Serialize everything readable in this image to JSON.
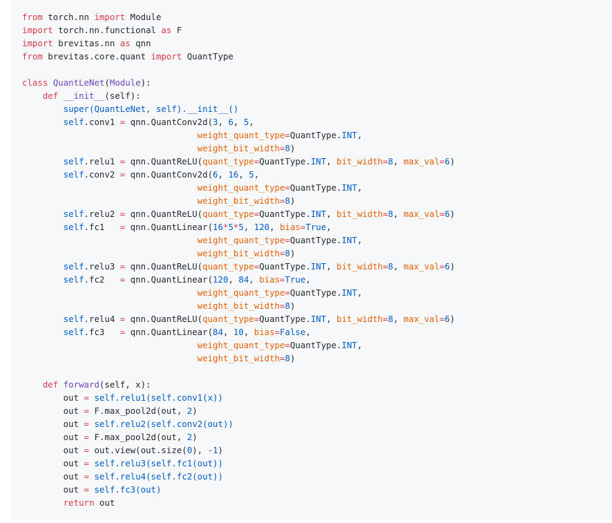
{
  "code_block": {
    "language": "python",
    "lines": [
      [
        [
          "kw",
          "from"
        ],
        [
          "plain",
          " torch.nn "
        ],
        [
          "kw",
          "import"
        ],
        [
          "plain",
          " Module"
        ]
      ],
      [
        [
          "kw",
          "import"
        ],
        [
          "plain",
          " torch.nn.functional "
        ],
        [
          "kw",
          "as"
        ],
        [
          "plain",
          " F"
        ]
      ],
      [
        [
          "kw",
          "import"
        ],
        [
          "plain",
          " brevitas.nn "
        ],
        [
          "kw",
          "as"
        ],
        [
          "plain",
          " qnn"
        ]
      ],
      [
        [
          "kw",
          "from"
        ],
        [
          "plain",
          " brevitas.core.quant "
        ],
        [
          "kw",
          "import"
        ],
        [
          "plain",
          " QuantType"
        ]
      ],
      [],
      [
        [
          "kw",
          "class"
        ],
        [
          "plain",
          " "
        ],
        [
          "fn",
          "QuantLeNet"
        ],
        [
          "plain",
          "("
        ],
        [
          "fn",
          "Module"
        ],
        [
          "plain",
          "):"
        ]
      ],
      [
        [
          "plain",
          "    "
        ],
        [
          "kw",
          "def"
        ],
        [
          "plain",
          " "
        ],
        [
          "fn",
          "__init__"
        ],
        [
          "plain",
          "(self):"
        ]
      ],
      [
        [
          "plain",
          "        "
        ],
        [
          "bi",
          "super(QuantLeNet, self).__init__()"
        ]
      ],
      [
        [
          "plain",
          "        "
        ],
        [
          "bi",
          "self"
        ],
        [
          "plain",
          ".conv1 "
        ],
        [
          "op",
          "="
        ],
        [
          "plain",
          " qnn.QuantConv2d("
        ],
        [
          "num",
          "3"
        ],
        [
          "plain",
          ", "
        ],
        [
          "num",
          "6"
        ],
        [
          "plain",
          ", "
        ],
        [
          "num",
          "5"
        ],
        [
          "plain",
          ","
        ]
      ],
      [
        [
          "plain",
          "                                  "
        ],
        [
          "kwarg",
          "weight_quant_type"
        ],
        [
          "op",
          "="
        ],
        [
          "plain",
          "QuantType."
        ],
        [
          "num",
          "INT"
        ],
        [
          "plain",
          ","
        ]
      ],
      [
        [
          "plain",
          "                                  "
        ],
        [
          "kwarg",
          "weight_bit_width"
        ],
        [
          "op",
          "="
        ],
        [
          "num",
          "8"
        ],
        [
          "plain",
          ")"
        ]
      ],
      [
        [
          "plain",
          "        "
        ],
        [
          "bi",
          "self"
        ],
        [
          "plain",
          ".relu1 "
        ],
        [
          "op",
          "="
        ],
        [
          "plain",
          " qnn.QuantReLU("
        ],
        [
          "kwarg",
          "quant_type"
        ],
        [
          "op",
          "="
        ],
        [
          "plain",
          "QuantType."
        ],
        [
          "num",
          "INT"
        ],
        [
          "plain",
          ", "
        ],
        [
          "kwarg",
          "bit_width"
        ],
        [
          "op",
          "="
        ],
        [
          "num",
          "8"
        ],
        [
          "plain",
          ", "
        ],
        [
          "kwarg",
          "max_val"
        ],
        [
          "op",
          "="
        ],
        [
          "num",
          "6"
        ],
        [
          "plain",
          ")"
        ]
      ],
      [
        [
          "plain",
          "        "
        ],
        [
          "bi",
          "self"
        ],
        [
          "plain",
          ".conv2 "
        ],
        [
          "op",
          "="
        ],
        [
          "plain",
          " qnn.QuantConv2d("
        ],
        [
          "num",
          "6"
        ],
        [
          "plain",
          ", "
        ],
        [
          "num",
          "16"
        ],
        [
          "plain",
          ", "
        ],
        [
          "num",
          "5"
        ],
        [
          "plain",
          ","
        ]
      ],
      [
        [
          "plain",
          "                                  "
        ],
        [
          "kwarg",
          "weight_quant_type"
        ],
        [
          "op",
          "="
        ],
        [
          "plain",
          "QuantType."
        ],
        [
          "num",
          "INT"
        ],
        [
          "plain",
          ","
        ]
      ],
      [
        [
          "plain",
          "                                  "
        ],
        [
          "kwarg",
          "weight_bit_width"
        ],
        [
          "op",
          "="
        ],
        [
          "num",
          "8"
        ],
        [
          "plain",
          ")"
        ]
      ],
      [
        [
          "plain",
          "        "
        ],
        [
          "bi",
          "self"
        ],
        [
          "plain",
          ".relu2 "
        ],
        [
          "op",
          "="
        ],
        [
          "plain",
          " qnn.QuantReLU("
        ],
        [
          "kwarg",
          "quant_type"
        ],
        [
          "op",
          "="
        ],
        [
          "plain",
          "QuantType."
        ],
        [
          "num",
          "INT"
        ],
        [
          "plain",
          ", "
        ],
        [
          "kwarg",
          "bit_width"
        ],
        [
          "op",
          "="
        ],
        [
          "num",
          "8"
        ],
        [
          "plain",
          ", "
        ],
        [
          "kwarg",
          "max_val"
        ],
        [
          "op",
          "="
        ],
        [
          "num",
          "6"
        ],
        [
          "plain",
          ")"
        ]
      ],
      [
        [
          "plain",
          "        "
        ],
        [
          "bi",
          "self"
        ],
        [
          "plain",
          ".fc1   "
        ],
        [
          "op",
          "="
        ],
        [
          "plain",
          " qnn.QuantLinear("
        ],
        [
          "num",
          "16"
        ],
        [
          "op",
          "*"
        ],
        [
          "num",
          "5"
        ],
        [
          "op",
          "*"
        ],
        [
          "num",
          "5"
        ],
        [
          "plain",
          ", "
        ],
        [
          "num",
          "120"
        ],
        [
          "plain",
          ", "
        ],
        [
          "kwarg",
          "bias"
        ],
        [
          "op",
          "="
        ],
        [
          "num",
          "True"
        ],
        [
          "plain",
          ","
        ]
      ],
      [
        [
          "plain",
          "                                  "
        ],
        [
          "kwarg",
          "weight_quant_type"
        ],
        [
          "op",
          "="
        ],
        [
          "plain",
          "QuantType."
        ],
        [
          "num",
          "INT"
        ],
        [
          "plain",
          ","
        ]
      ],
      [
        [
          "plain",
          "                                  "
        ],
        [
          "kwarg",
          "weight_bit_width"
        ],
        [
          "op",
          "="
        ],
        [
          "num",
          "8"
        ],
        [
          "plain",
          ")"
        ]
      ],
      [
        [
          "plain",
          "        "
        ],
        [
          "bi",
          "self"
        ],
        [
          "plain",
          ".relu3 "
        ],
        [
          "op",
          "="
        ],
        [
          "plain",
          " qnn.QuantReLU("
        ],
        [
          "kwarg",
          "quant_type"
        ],
        [
          "op",
          "="
        ],
        [
          "plain",
          "QuantType."
        ],
        [
          "num",
          "INT"
        ],
        [
          "plain",
          ", "
        ],
        [
          "kwarg",
          "bit_width"
        ],
        [
          "op",
          "="
        ],
        [
          "num",
          "8"
        ],
        [
          "plain",
          ", "
        ],
        [
          "kwarg",
          "max_val"
        ],
        [
          "op",
          "="
        ],
        [
          "num",
          "6"
        ],
        [
          "plain",
          ")"
        ]
      ],
      [
        [
          "plain",
          "        "
        ],
        [
          "bi",
          "self"
        ],
        [
          "plain",
          ".fc2   "
        ],
        [
          "op",
          "="
        ],
        [
          "plain",
          " qnn.QuantLinear("
        ],
        [
          "num",
          "120"
        ],
        [
          "plain",
          ", "
        ],
        [
          "num",
          "84"
        ],
        [
          "plain",
          ", "
        ],
        [
          "kwarg",
          "bias"
        ],
        [
          "op",
          "="
        ],
        [
          "num",
          "True"
        ],
        [
          "plain",
          ","
        ]
      ],
      [
        [
          "plain",
          "                                  "
        ],
        [
          "kwarg",
          "weight_quant_type"
        ],
        [
          "op",
          "="
        ],
        [
          "plain",
          "QuantType."
        ],
        [
          "num",
          "INT"
        ],
        [
          "plain",
          ","
        ]
      ],
      [
        [
          "plain",
          "                                  "
        ],
        [
          "kwarg",
          "weight_bit_width"
        ],
        [
          "op",
          "="
        ],
        [
          "num",
          "8"
        ],
        [
          "plain",
          ")"
        ]
      ],
      [
        [
          "plain",
          "        "
        ],
        [
          "bi",
          "self"
        ],
        [
          "plain",
          ".relu4 "
        ],
        [
          "op",
          "="
        ],
        [
          "plain",
          " qnn.QuantReLU("
        ],
        [
          "kwarg",
          "quant_type"
        ],
        [
          "op",
          "="
        ],
        [
          "plain",
          "QuantType."
        ],
        [
          "num",
          "INT"
        ],
        [
          "plain",
          ", "
        ],
        [
          "kwarg",
          "bit_width"
        ],
        [
          "op",
          "="
        ],
        [
          "num",
          "8"
        ],
        [
          "plain",
          ", "
        ],
        [
          "kwarg",
          "max_val"
        ],
        [
          "op",
          "="
        ],
        [
          "num",
          "6"
        ],
        [
          "plain",
          ")"
        ]
      ],
      [
        [
          "plain",
          "        "
        ],
        [
          "bi",
          "self"
        ],
        [
          "plain",
          ".fc3   "
        ],
        [
          "op",
          "="
        ],
        [
          "plain",
          " qnn.QuantLinear("
        ],
        [
          "num",
          "84"
        ],
        [
          "plain",
          ", "
        ],
        [
          "num",
          "10"
        ],
        [
          "plain",
          ", "
        ],
        [
          "kwarg",
          "bias"
        ],
        [
          "op",
          "="
        ],
        [
          "num",
          "False"
        ],
        [
          "plain",
          ","
        ]
      ],
      [
        [
          "plain",
          "                                  "
        ],
        [
          "kwarg",
          "weight_quant_type"
        ],
        [
          "op",
          "="
        ],
        [
          "plain",
          "QuantType."
        ],
        [
          "num",
          "INT"
        ],
        [
          "plain",
          ","
        ]
      ],
      [
        [
          "plain",
          "                                  "
        ],
        [
          "kwarg",
          "weight_bit_width"
        ],
        [
          "op",
          "="
        ],
        [
          "num",
          "8"
        ],
        [
          "plain",
          ")"
        ]
      ],
      [],
      [
        [
          "plain",
          "    "
        ],
        [
          "kw",
          "def"
        ],
        [
          "plain",
          " "
        ],
        [
          "fn",
          "forward"
        ],
        [
          "plain",
          "(self, x):"
        ]
      ],
      [
        [
          "plain",
          "        out "
        ],
        [
          "op",
          "="
        ],
        [
          "plain",
          " "
        ],
        [
          "bi",
          "self.relu1(self.conv1(x))"
        ]
      ],
      [
        [
          "plain",
          "        out "
        ],
        [
          "op",
          "="
        ],
        [
          "plain",
          " F.max_pool2d(out, "
        ],
        [
          "num",
          "2"
        ],
        [
          "plain",
          ")"
        ]
      ],
      [
        [
          "plain",
          "        out "
        ],
        [
          "op",
          "="
        ],
        [
          "plain",
          " "
        ],
        [
          "bi",
          "self.relu2(self.conv2(out))"
        ]
      ],
      [
        [
          "plain",
          "        out "
        ],
        [
          "op",
          "="
        ],
        [
          "plain",
          " F.max_pool2d(out, "
        ],
        [
          "num",
          "2"
        ],
        [
          "plain",
          ")"
        ]
      ],
      [
        [
          "plain",
          "        out "
        ],
        [
          "op",
          "="
        ],
        [
          "plain",
          " out.view(out.size("
        ],
        [
          "num",
          "0"
        ],
        [
          "plain",
          "), "
        ],
        [
          "op",
          "-"
        ],
        [
          "num",
          "1"
        ],
        [
          "plain",
          ")"
        ]
      ],
      [
        [
          "plain",
          "        out "
        ],
        [
          "op",
          "="
        ],
        [
          "plain",
          " "
        ],
        [
          "bi",
          "self.relu3(self.fc1(out))"
        ]
      ],
      [
        [
          "plain",
          "        out "
        ],
        [
          "op",
          "="
        ],
        [
          "plain",
          " "
        ],
        [
          "bi",
          "self.relu4(self.fc2(out))"
        ]
      ],
      [
        [
          "plain",
          "        out "
        ],
        [
          "op",
          "="
        ],
        [
          "plain",
          " "
        ],
        [
          "bi",
          "self.fc3(out)"
        ]
      ],
      [
        [
          "plain",
          "        "
        ],
        [
          "kw",
          "return"
        ],
        [
          "plain",
          " out"
        ]
      ]
    ]
  },
  "colors": {
    "background": "#f6f8fa",
    "keyword": "#d73a49",
    "function": "#6f42c1",
    "builtin": "#005cc5",
    "number": "#005cc5",
    "kwarg": "#e36209",
    "text": "#24292e"
  }
}
